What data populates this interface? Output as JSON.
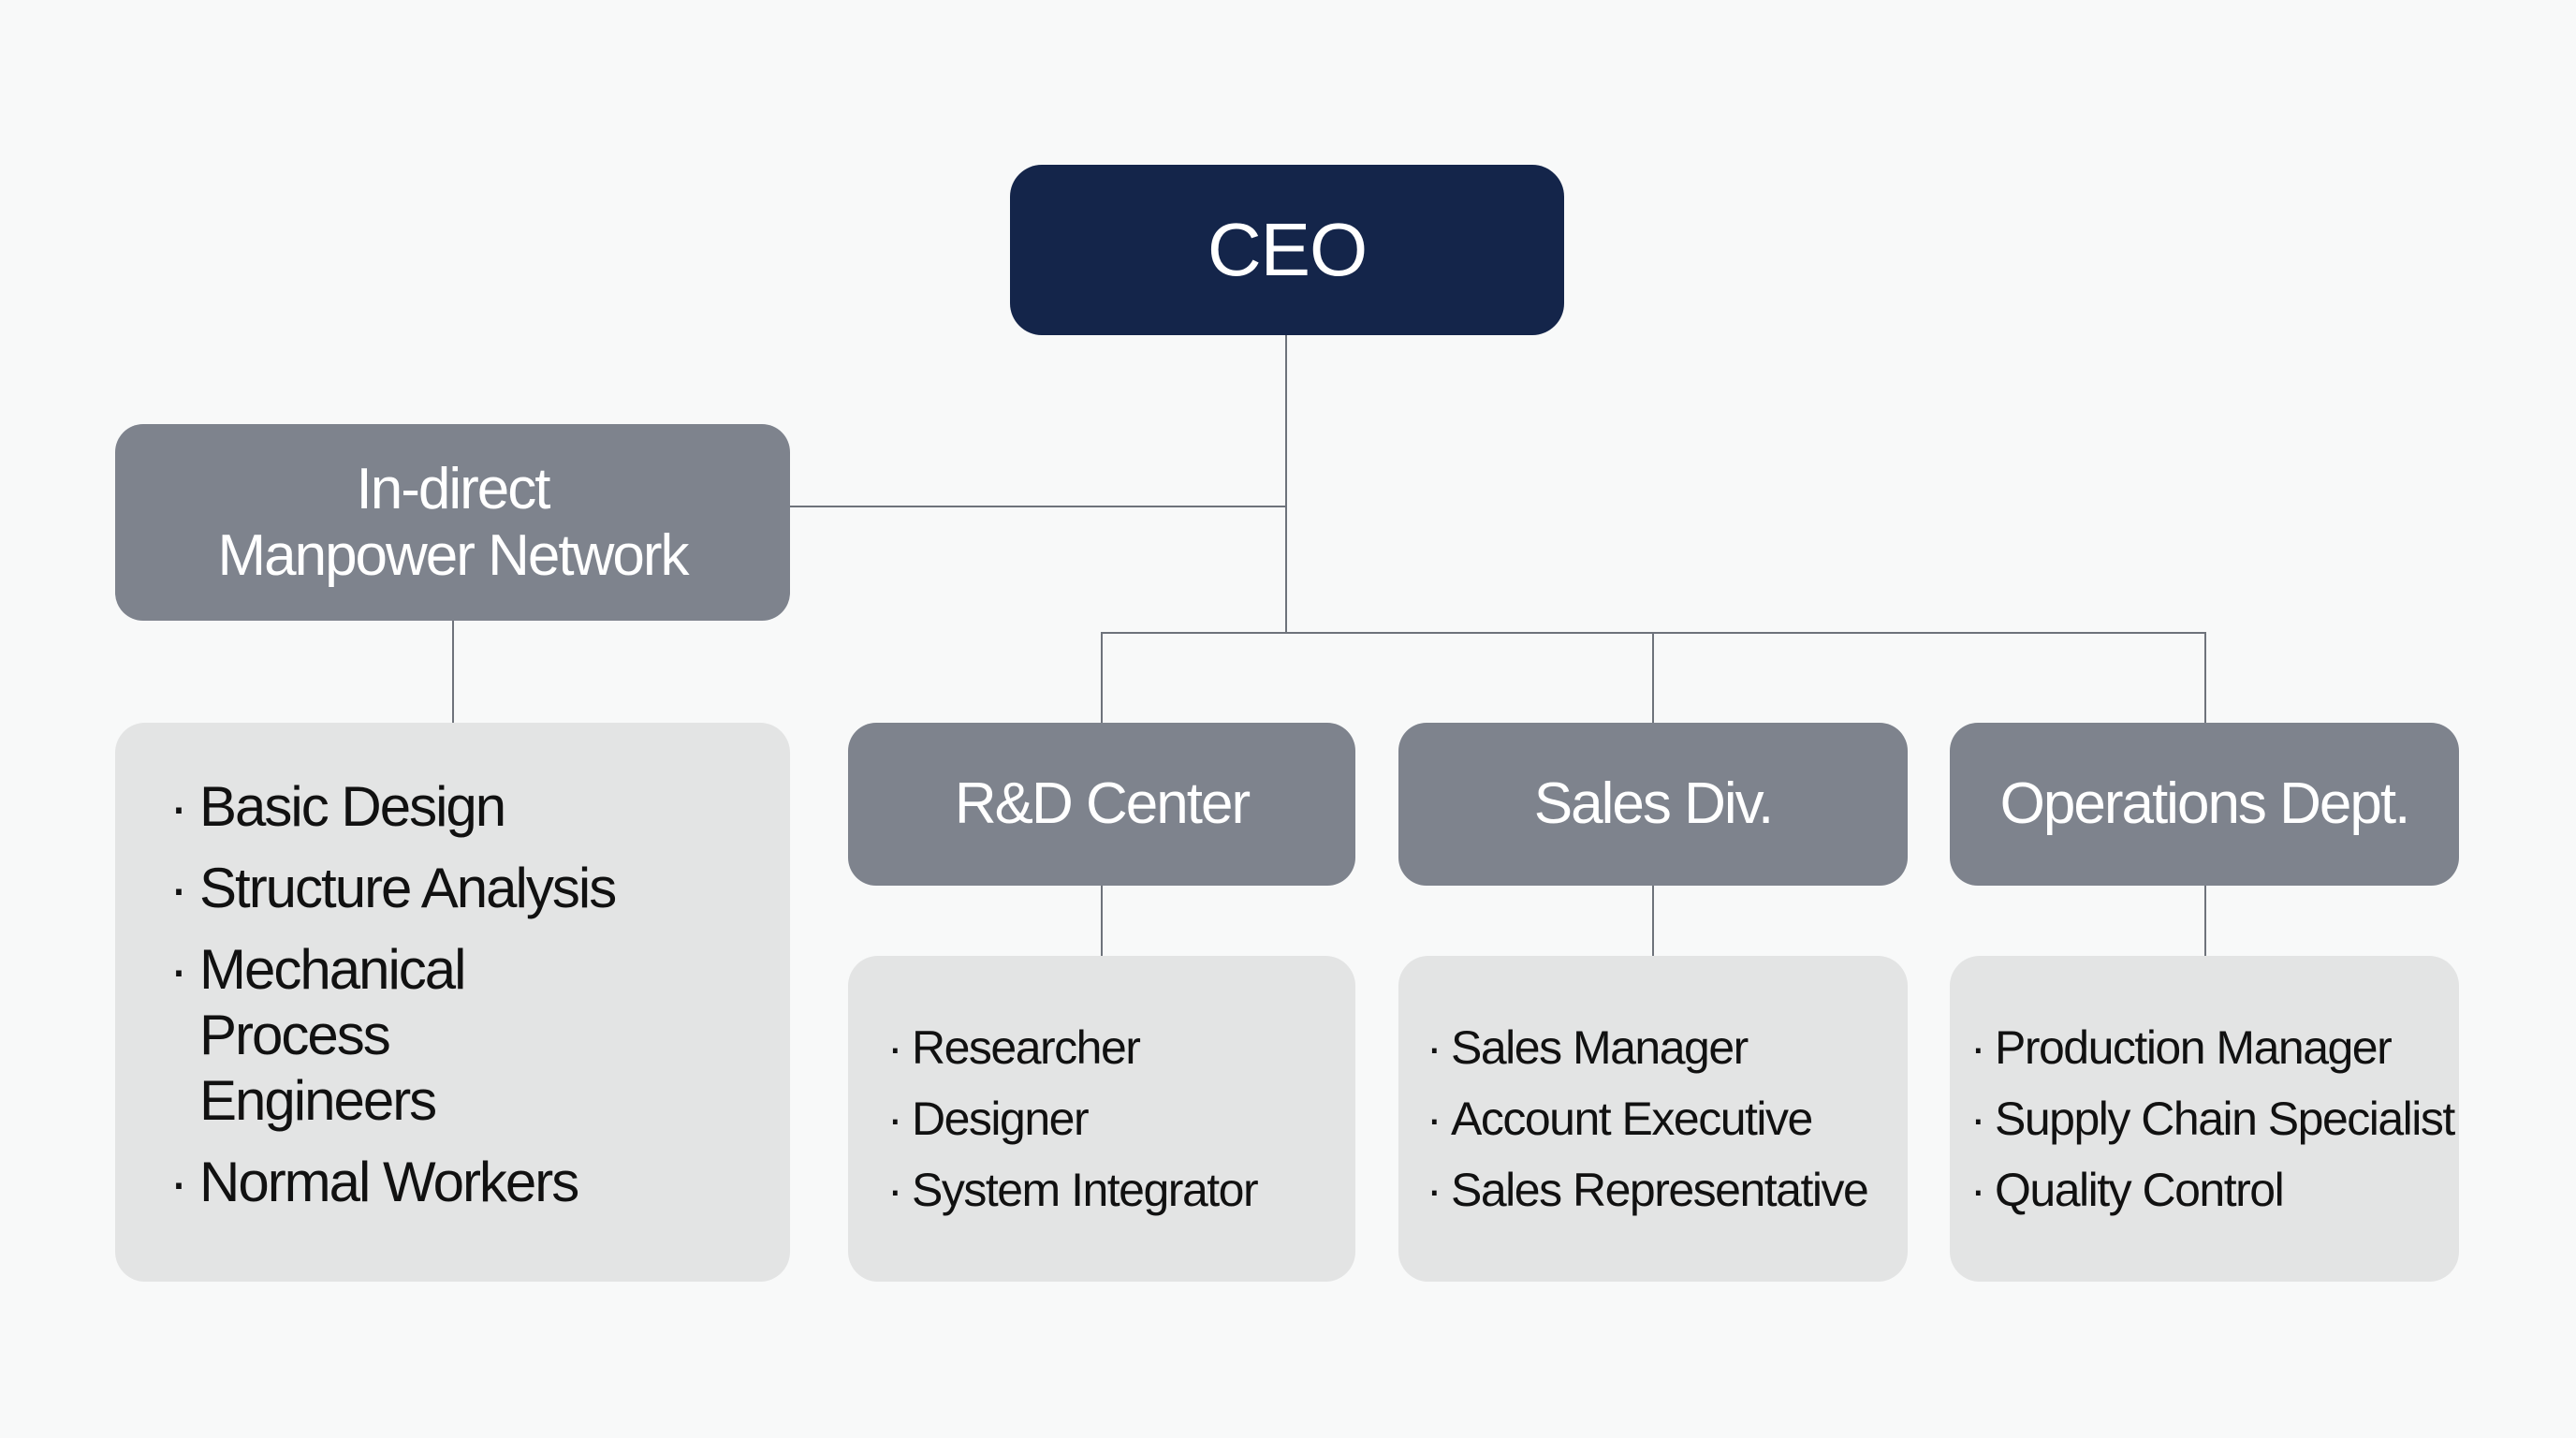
{
  "org_chart": {
    "root": {
      "label": "CEO",
      "color": "#14254a"
    },
    "indirect_unit": {
      "label_line1": "In-direct",
      "label_line2": "Manpower Network",
      "color": "#7e838d",
      "items": [
        "Basic Design",
        "Structure Analysis",
        "Mechanical Process Engineers",
        "Normal Workers"
      ]
    },
    "departments": [
      {
        "label": "R&D Center",
        "items": [
          "Researcher",
          "Designer",
          "System Integrator"
        ]
      },
      {
        "label": "Sales Div.",
        "items": [
          "Sales Manager",
          "Account Executive",
          "Sales Representative"
        ]
      },
      {
        "label": "Operations Dept.",
        "items": [
          "Production Manager",
          "Supply Chain Specialist",
          "Quality Control"
        ]
      }
    ],
    "bullet": "·",
    "list_bg_color": "#e3e4e4",
    "connector_color": "#6e737b"
  }
}
